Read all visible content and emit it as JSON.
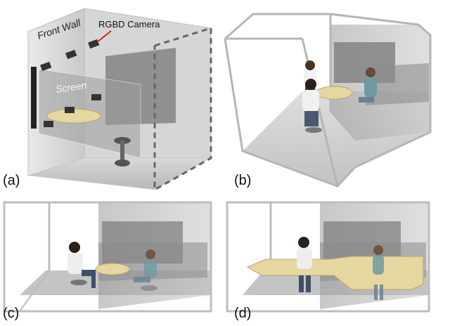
{
  "panels": [
    {
      "id": "a",
      "label": "(a)"
    },
    {
      "id": "b",
      "label": "(b)"
    },
    {
      "id": "c",
      "label": "(c)"
    },
    {
      "id": "d",
      "label": "(d)"
    }
  ],
  "annotations": {
    "front_wall": "Front Wall",
    "rgbd_camera": "RGBD Camera",
    "screen": "Screen"
  },
  "colors": {
    "camera_pointer": "#d62020",
    "table": "#e6d7a1",
    "wall_gray": "#8a8a8a",
    "floor_gray": "#bdbdbd"
  }
}
